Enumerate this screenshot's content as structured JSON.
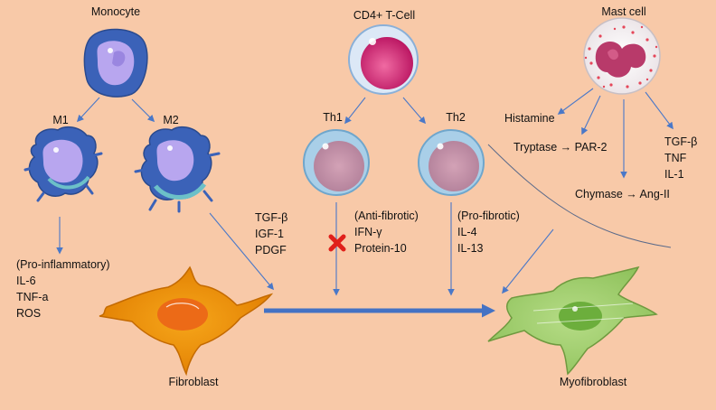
{
  "cells": {
    "monocyte": "Monocyte",
    "m1": "M1",
    "m2": "M2",
    "cd4": "CD4+ T-Cell",
    "th1": "Th1",
    "th2": "Th2",
    "mast": "Mast cell",
    "fibroblast": "Fibroblast",
    "myofibroblast": "Myofibroblast"
  },
  "mediators": {
    "m1_header": "(Pro-inflammatory)",
    "m1_items": [
      "IL-6",
      "TNF-a",
      "ROS"
    ],
    "m2_items": [
      "TGF-β",
      "IGF-1",
      "PDGF"
    ],
    "th1_header": "(Anti-fibrotic)",
    "th1_items": [
      "IFN-γ",
      "Protein-10"
    ],
    "th2_header": "(Pro-fibrotic)",
    "th2_items": [
      "IL-4",
      "IL-13"
    ],
    "mast_histamine": "Histamine",
    "mast_tryptase": "Tryptase → PAR-2",
    "mast_chymase": "Chymase → Ang-II",
    "mast_items": [
      "TGF-β",
      "TNF",
      "IL-1"
    ]
  },
  "colors": {
    "background": "#f8c9a8",
    "arrow": "#4472c4",
    "inhibit": "#e0201b"
  }
}
